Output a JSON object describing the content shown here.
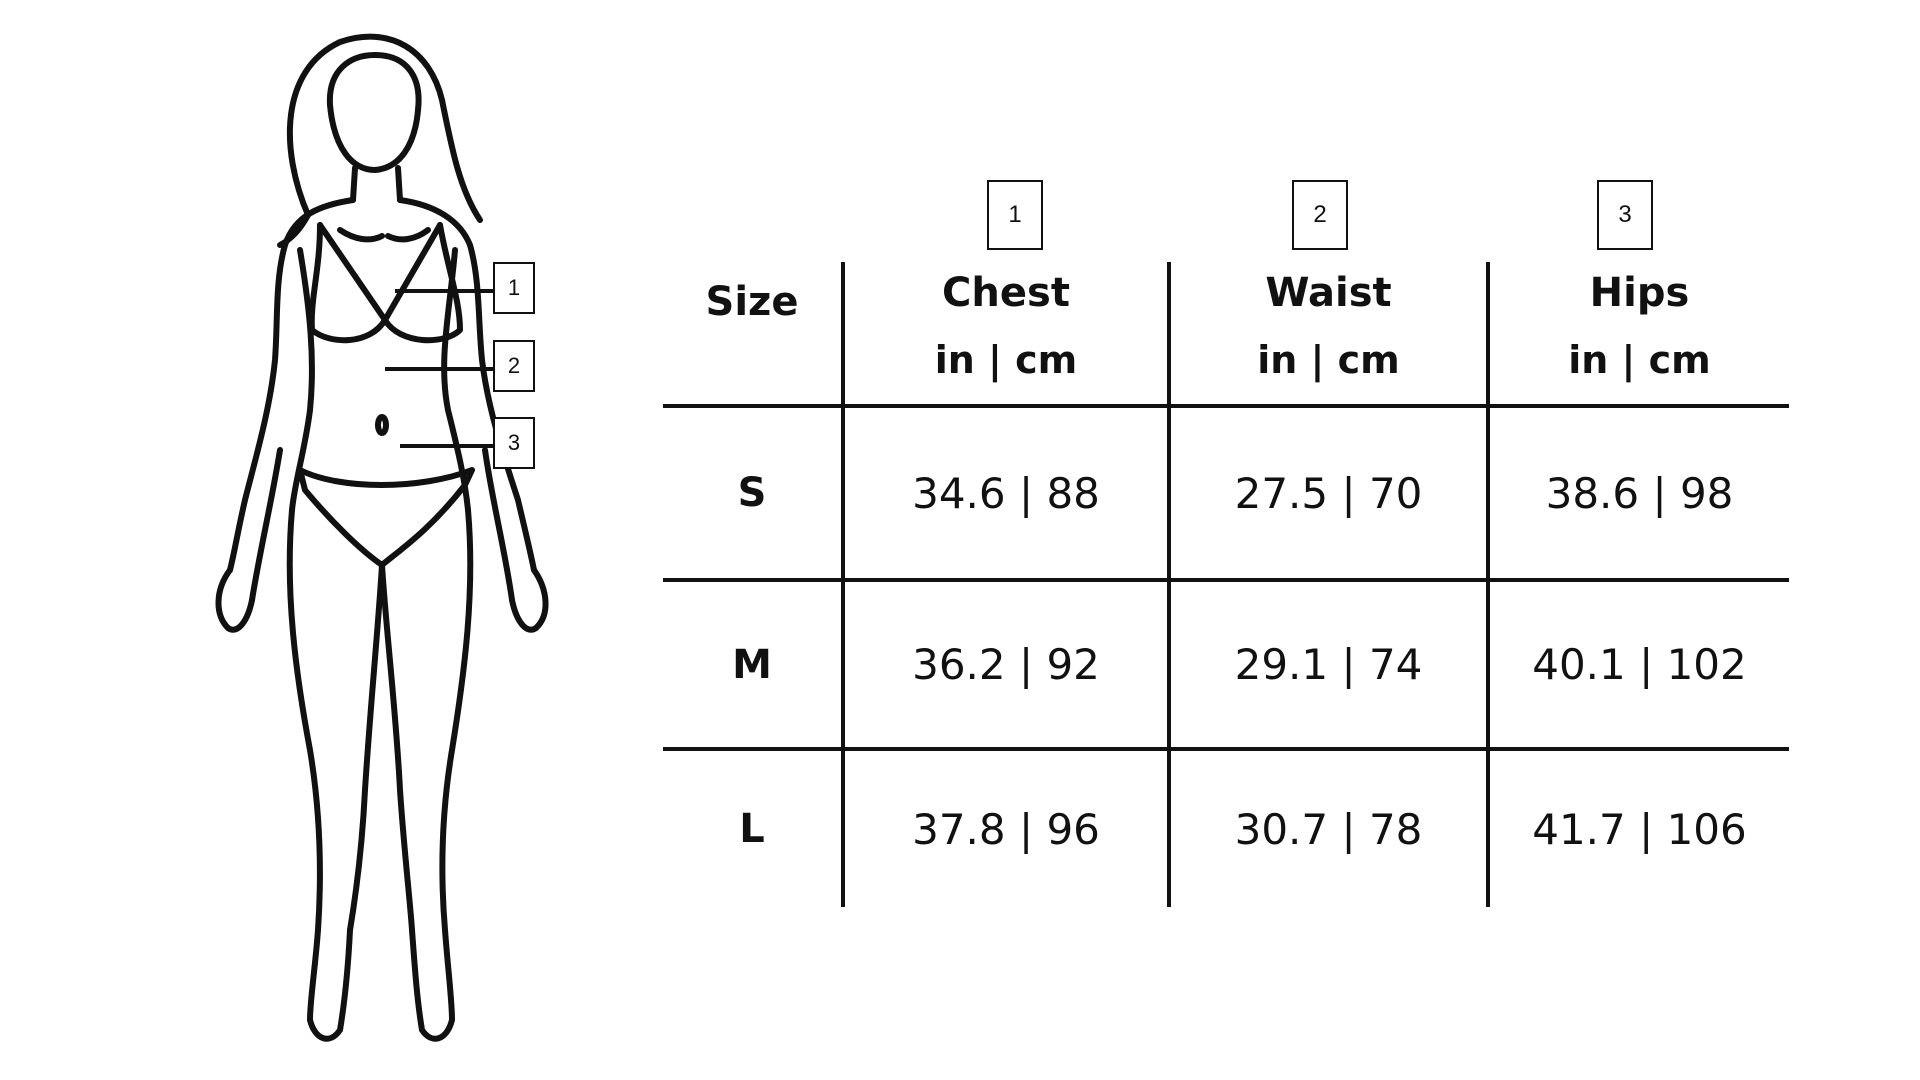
{
  "figure": {
    "markers": [
      "1",
      "2",
      "3"
    ]
  },
  "table": {
    "size_header": "Size",
    "columns": [
      {
        "marker": "1",
        "title": "Chest",
        "unit": "in | cm"
      },
      {
        "marker": "2",
        "title": "Waist",
        "unit": "in | cm"
      },
      {
        "marker": "3",
        "title": "Hips",
        "unit": "in | cm"
      }
    ],
    "rows": [
      {
        "size": "S",
        "values": [
          "34.6 | 88",
          "27.5 | 70",
          "38.6 | 98"
        ]
      },
      {
        "size": "M",
        "values": [
          "36.2 | 92",
          "29.1 | 74",
          "40.1 | 102"
        ]
      },
      {
        "size": "L",
        "values": [
          "37.8 | 96",
          "30.7 | 78",
          "41.7 | 106"
        ]
      }
    ]
  }
}
